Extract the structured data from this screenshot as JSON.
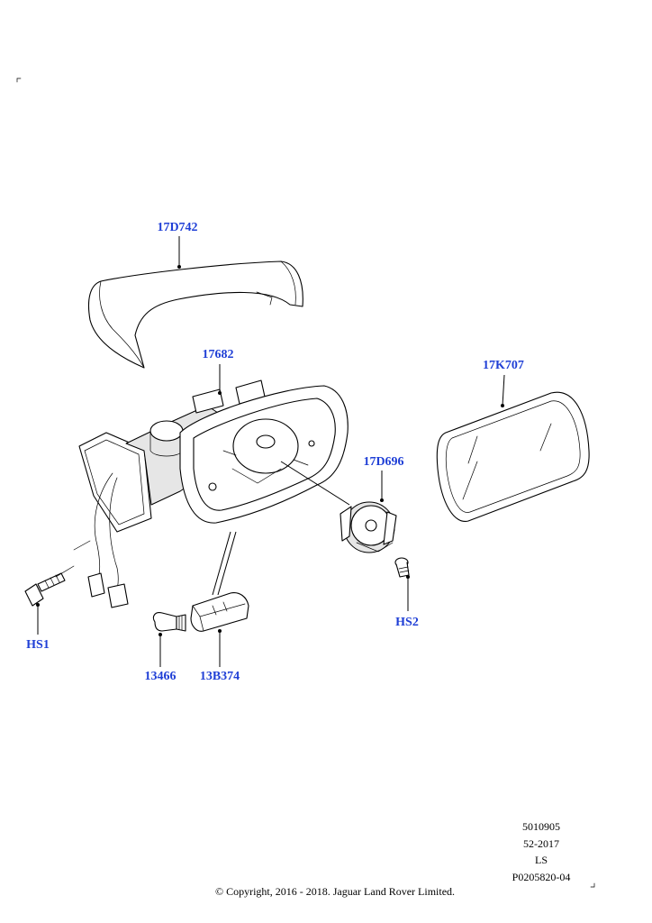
{
  "callouts": {
    "cover": "17D742",
    "housing": "17682",
    "glass": "17K707",
    "actuator": "17D696",
    "screw_left": "HS1",
    "screw_right": "HS2",
    "bulb": "13466",
    "lamp": "13B374"
  },
  "reference": {
    "line1": "5010905",
    "line2": "52-2017",
    "line3": "LS",
    "line4": "P0205820-04"
  },
  "copyright": "© Copyright, 2016 - 2018. Jaguar Land Rover Limited."
}
